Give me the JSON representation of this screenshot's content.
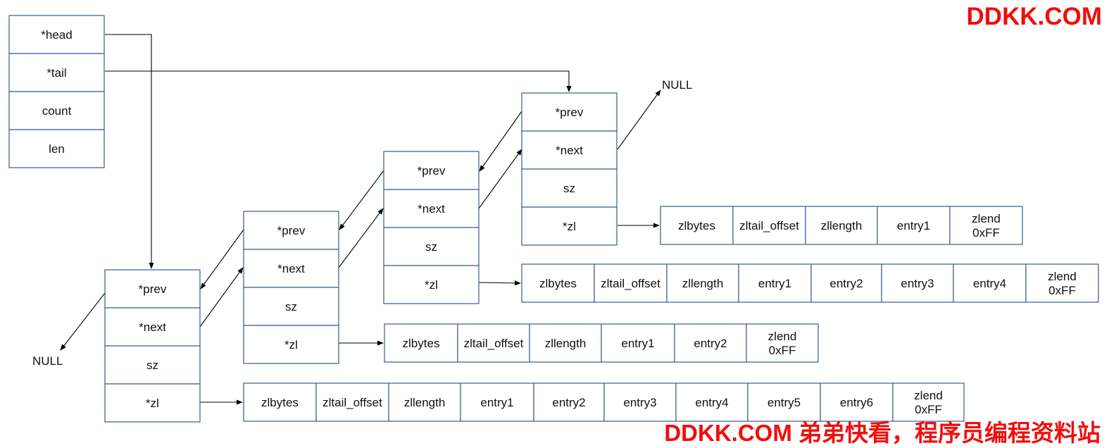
{
  "list_header": {
    "fields": [
      "*head",
      "*tail",
      "count",
      "len"
    ]
  },
  "nodes": [
    {
      "fields": [
        "*prev",
        "*next",
        "sz",
        "*zl"
      ],
      "ziplist": [
        "zlbytes",
        "zltail_offset",
        "zllength",
        "entry1",
        "entry2",
        "entry3",
        "entry4",
        "entry5",
        "entry6",
        "zlend\n0xFF"
      ]
    },
    {
      "fields": [
        "*prev",
        "*next",
        "sz",
        "*zl"
      ],
      "ziplist": [
        "zlbytes",
        "zltail_offset",
        "zllength",
        "entry1",
        "entry2",
        "zlend\n0xFF"
      ]
    },
    {
      "fields": [
        "*prev",
        "*next",
        "sz",
        "*zl"
      ],
      "ziplist": [
        "zlbytes",
        "zltail_offset",
        "zllength",
        "entry1",
        "entry2",
        "entry3",
        "entry4",
        "zlend\n0xFF"
      ]
    },
    {
      "fields": [
        "*prev",
        "*next",
        "sz",
        "*zl"
      ],
      "ziplist": [
        "zlbytes",
        "zltail_offset",
        "zllength",
        "entry1",
        "zlend\n0xFF"
      ]
    }
  ],
  "null_labels": {
    "first_prev": "NULL",
    "last_next": "NULL"
  },
  "watermarks": {
    "top": "DDKK.COM",
    "bottom": "DDKK.COM 弟弟快看，程序员编程资料站"
  },
  "colors": {
    "box_border": "#3a5a8c",
    "arrow": "#000000",
    "watermark": "#f20d0d"
  }
}
